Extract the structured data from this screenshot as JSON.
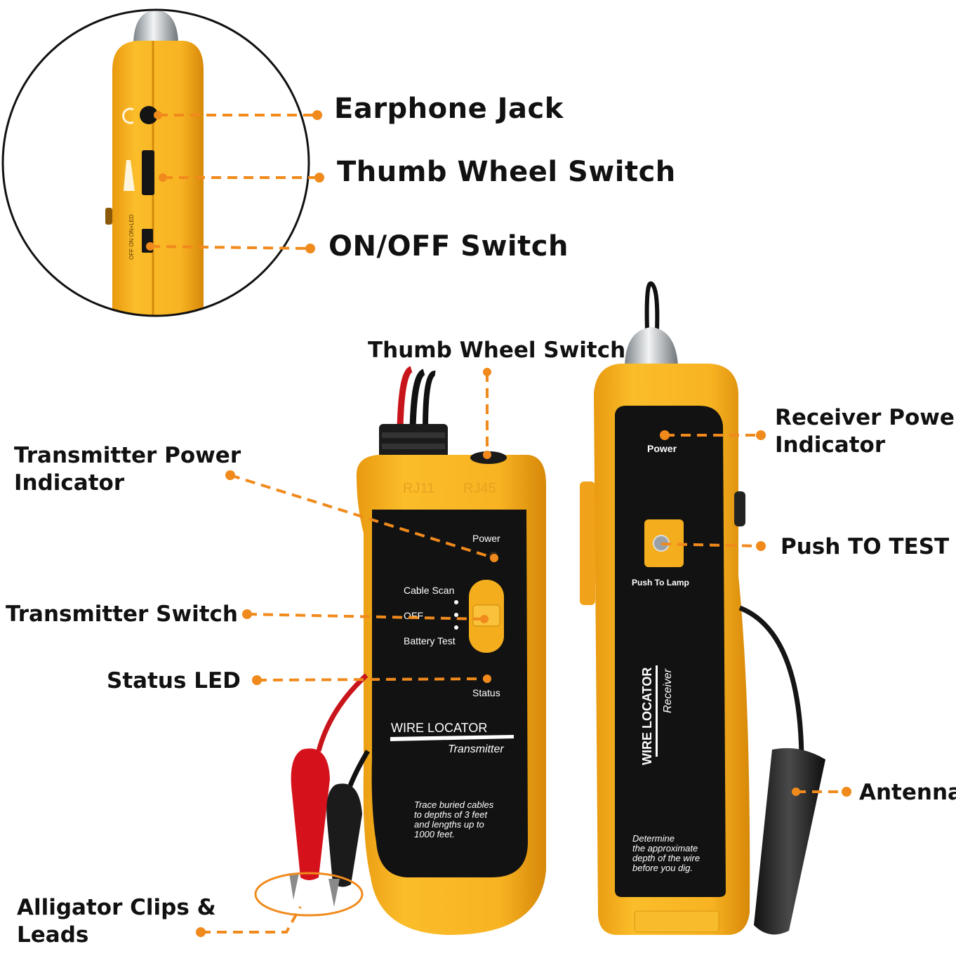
{
  "inset": {
    "callouts": [
      {
        "id": "earphone-jack",
        "label": "Earphone Jack"
      },
      {
        "id": "thumb-wheel",
        "label": "Thumb Wheel Switch"
      },
      {
        "id": "on-off",
        "label": "ON/OFF Switch"
      }
    ],
    "device_print": "OFF ON ON+LED"
  },
  "callouts": {
    "thumb_wheel_switch": "Thumb Wheel Switch",
    "transmitter_power_line1": "Transmitter Power",
    "transmitter_power_line2": "Indicator",
    "transmitter_switch": "Transmitter Switch",
    "status_led": "Status LED",
    "alligator_line1": "Alligator Clips &",
    "alligator_line2": "Leads",
    "receiver_power_line1": "Receiver Power",
    "receiver_power_line2": "Indicator",
    "push_to_test": "Push TO TEST",
    "antenna": "Antenna"
  },
  "transmitter": {
    "port_rj11": "RJ11",
    "port_rj45": "RJ45",
    "power": "Power",
    "switch_positions": [
      "Cable Scan",
      "OFF",
      "Battery Test"
    ],
    "status": "Status",
    "brand": "WIRE LOCATOR",
    "model": "Transmitter",
    "desc_lines": [
      "Trace buried cables",
      "to depths of 3 feet",
      "and lengths up to",
      "1000 feet."
    ]
  },
  "receiver": {
    "power": "Power",
    "push": "Push To Lamp",
    "brand": "WIRE LOCATOR",
    "model": "Receiver",
    "desc_lines": [
      "Determine",
      "the approximate",
      "depth of the wire",
      "before you dig."
    ]
  },
  "colors": {
    "body": "#f6b21e",
    "body_dark": "#d98c0a",
    "panel": "#111111",
    "leader": "#f08a1c"
  }
}
